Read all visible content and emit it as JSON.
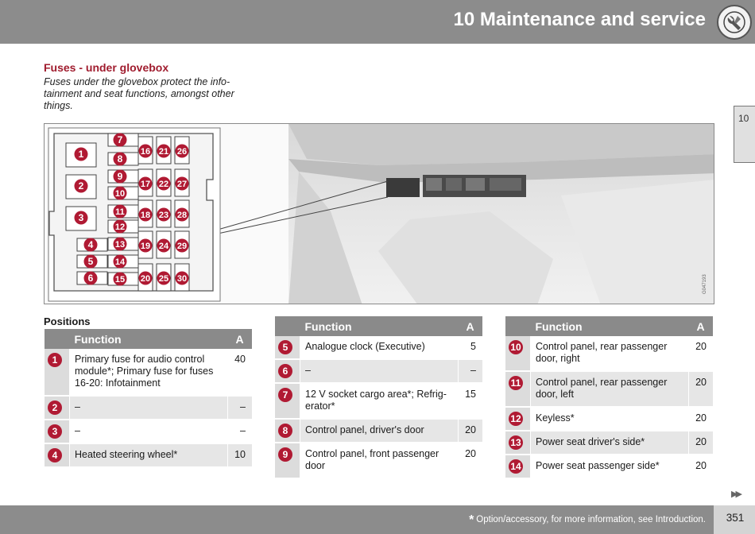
{
  "header": {
    "title": "10 Maintenance and service",
    "icon": "wrench-icon"
  },
  "side_tab": {
    "label": "10"
  },
  "intro": {
    "title": "Fuses - under glovebox",
    "text": "Fuses under the glovebox protect the info-tainment and seat functions, amongst other things."
  },
  "figure": {
    "fuse_labels": [
      "1",
      "2",
      "3",
      "4",
      "5",
      "6",
      "7",
      "8",
      "9",
      "10",
      "11",
      "12",
      "13",
      "14",
      "15",
      "16",
      "17",
      "18",
      "19",
      "20",
      "21",
      "22",
      "23",
      "24",
      "25",
      "26",
      "27",
      "28",
      "29",
      "30"
    ],
    "image_code": "G047193"
  },
  "positions_title": "Positions",
  "tables": [
    {
      "header": {
        "function": "Function",
        "amp": "A"
      },
      "rows": [
        {
          "num": "1",
          "function": "Primary fuse for audio control module*; Primary fuse for fuses 16-20: Infotainment",
          "amp": "40"
        },
        {
          "num": "2",
          "function": "–",
          "amp": "–"
        },
        {
          "num": "3",
          "function": "–",
          "amp": "–"
        },
        {
          "num": "4",
          "function": "Heated steering wheel*",
          "amp": "10"
        }
      ]
    },
    {
      "header": {
        "function": "Function",
        "amp": "A"
      },
      "rows": [
        {
          "num": "5",
          "function": "Analogue clock (Executive)",
          "amp": "5"
        },
        {
          "num": "6",
          "function": "–",
          "amp": "–"
        },
        {
          "num": "7",
          "function": "12 V socket cargo area*; Refrig-erator*",
          "amp": "15"
        },
        {
          "num": "8",
          "function": "Control panel, driver's door",
          "amp": "20"
        },
        {
          "num": "9",
          "function": "Control panel, front passenger door",
          "amp": "20"
        }
      ]
    },
    {
      "header": {
        "function": "Function",
        "amp": "A"
      },
      "rows": [
        {
          "num": "10",
          "function": "Control panel, rear passenger door, right",
          "amp": "20"
        },
        {
          "num": "11",
          "function": "Control panel, rear passenger door, left",
          "amp": "20"
        },
        {
          "num": "12",
          "function": "Keyless*",
          "amp": "20"
        },
        {
          "num": "13",
          "function": "Power seat driver's side*",
          "amp": "20"
        },
        {
          "num": "14",
          "function": "Power seat passenger side*",
          "amp": "20"
        }
      ]
    }
  ],
  "footer": {
    "star": "*",
    "note": "Option/accessory, for more information, see Introduction.",
    "page_number": "351",
    "next_icon": "double-chevron-right-icon"
  },
  "colors": {
    "accent": "#b01a33",
    "header_bg": "#8c8c8c",
    "title_red": "#a01c2e"
  }
}
